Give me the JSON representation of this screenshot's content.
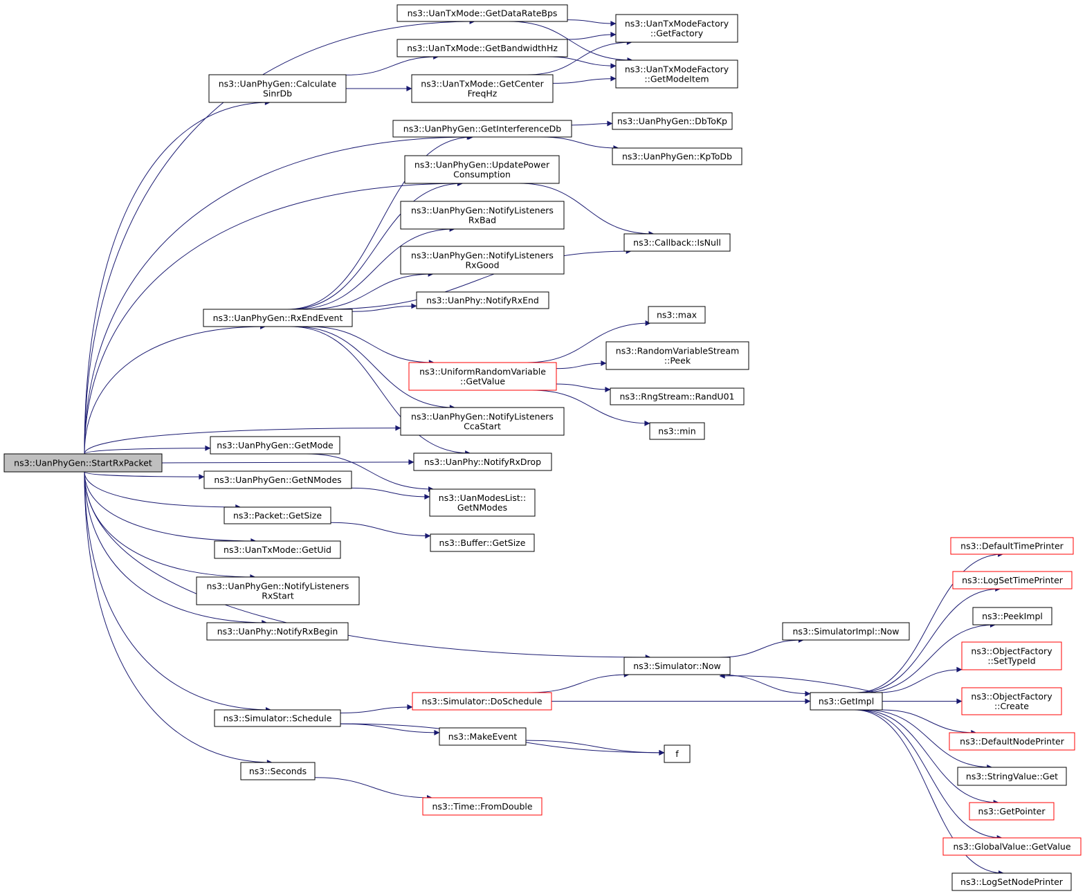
{
  "colors": {
    "edge": "#191970",
    "box_border": "#000000",
    "missing_border": "#ff0000",
    "root_fill": "#bfbfbf"
  },
  "nodes": {
    "start": {
      "lines": [
        "ns3::UanPhyGen::StartRxPacket"
      ]
    },
    "getDataRateBps": {
      "lines": [
        "ns3::UanTxMode::GetDataRateBps"
      ]
    },
    "getBandwidthHz": {
      "lines": [
        "ns3::UanTxMode::GetBandwidthHz"
      ]
    },
    "getCenterFreqHz": {
      "lines": [
        "ns3::UanTxMode::GetCenter",
        "FreqHz"
      ]
    },
    "getFactory": {
      "lines": [
        "ns3::UanTxModeFactory",
        "::GetFactory"
      ]
    },
    "getModeItem": {
      "lines": [
        "ns3::UanTxModeFactory",
        "::GetModeItem"
      ]
    },
    "calculateSinrDb": {
      "lines": [
        "ns3::UanPhyGen::Calculate",
        "SinrDb"
      ]
    },
    "getInterferenceDb": {
      "lines": [
        "ns3::UanPhyGen::GetInterferenceDb"
      ]
    },
    "dbToKp": {
      "lines": [
        "ns3::UanPhyGen::DbToKp"
      ]
    },
    "kpToDb": {
      "lines": [
        "ns3::UanPhyGen::KpToDb"
      ]
    },
    "updatePower": {
      "lines": [
        "ns3::UanPhyGen::UpdatePower",
        "Consumption"
      ]
    },
    "notifyRxBad": {
      "lines": [
        "ns3::UanPhyGen::NotifyListeners",
        "RxBad"
      ]
    },
    "notifyRxGood": {
      "lines": [
        "ns3::UanPhyGen::NotifyListeners",
        "RxGood"
      ]
    },
    "notifyRxEnd": {
      "lines": [
        "ns3::UanPhy::NotifyRxEnd"
      ]
    },
    "callbackIsNull": {
      "lines": [
        "ns3::Callback::IsNull"
      ]
    },
    "rxEndEvent": {
      "lines": [
        "ns3::UanPhyGen::RxEndEvent"
      ]
    },
    "max": {
      "lines": [
        "ns3::max"
      ]
    },
    "rvsPeek": {
      "lines": [
        "ns3::RandomVariableStream",
        "::Peek"
      ]
    },
    "uniformGetValue": {
      "lines": [
        "ns3::UniformRandomVariable",
        "::GetValue"
      ]
    },
    "randU01": {
      "lines": [
        "ns3::RngStream::RandU01"
      ]
    },
    "min": {
      "lines": [
        "ns3::min"
      ]
    },
    "notifyCcaStart": {
      "lines": [
        "ns3::UanPhyGen::NotifyListeners",
        "CcaStart"
      ]
    },
    "notifyRxDrop": {
      "lines": [
        "ns3::UanPhy::NotifyRxDrop"
      ]
    },
    "getMode": {
      "lines": [
        "ns3::UanPhyGen::GetMode"
      ]
    },
    "getNModes": {
      "lines": [
        "ns3::UanPhyGen::GetNModes"
      ]
    },
    "modesListGetNModes": {
      "lines": [
        "ns3::UanModesList::",
        "GetNModes"
      ]
    },
    "packetGetSize": {
      "lines": [
        "ns3::Packet::GetSize"
      ]
    },
    "bufferGetSize": {
      "lines": [
        "ns3::Buffer::GetSize"
      ]
    },
    "getUid": {
      "lines": [
        "ns3::UanTxMode::GetUid"
      ]
    },
    "notifyRxStart": {
      "lines": [
        "ns3::UanPhyGen::NotifyListeners",
        "RxStart"
      ]
    },
    "notifyRxBegin": {
      "lines": [
        "ns3::UanPhy::NotifyRxBegin"
      ]
    },
    "simImplNow": {
      "lines": [
        "ns3::SimulatorImpl::Now"
      ]
    },
    "simNow": {
      "lines": [
        "ns3::Simulator::Now"
      ]
    },
    "doSchedule": {
      "lines": [
        "ns3::Simulator::DoSchedule"
      ]
    },
    "getImpl": {
      "lines": [
        "ns3::GetImpl"
      ]
    },
    "schedule": {
      "lines": [
        "ns3::Simulator::Schedule"
      ]
    },
    "makeEvent": {
      "lines": [
        "ns3::MakeEvent"
      ]
    },
    "f": {
      "lines": [
        "f"
      ]
    },
    "seconds": {
      "lines": [
        "ns3::Seconds"
      ]
    },
    "fromDouble": {
      "lines": [
        "ns3::Time::FromDouble"
      ]
    },
    "defaultTimePrinter": {
      "lines": [
        "ns3::DefaultTimePrinter"
      ]
    },
    "logSetTimePrinter": {
      "lines": [
        "ns3::LogSetTimePrinter"
      ]
    },
    "peekImpl": {
      "lines": [
        "ns3::PeekImpl"
      ]
    },
    "ofSetTypeId": {
      "lines": [
        "ns3::ObjectFactory",
        "::SetTypeId"
      ]
    },
    "ofCreate": {
      "lines": [
        "ns3::ObjectFactory",
        "::Create"
      ]
    },
    "defaultNodePrinter": {
      "lines": [
        "ns3::DefaultNodePrinter"
      ]
    },
    "stringValueGet": {
      "lines": [
        "ns3::StringValue::Get"
      ]
    },
    "getPointer": {
      "lines": [
        "ns3::GetPointer"
      ]
    },
    "globalValueGetValue": {
      "lines": [
        "ns3::GlobalValue::GetValue"
      ]
    },
    "logSetNodePrinter": {
      "lines": [
        "ns3::LogSetNodePrinter"
      ]
    }
  },
  "edges": [
    [
      "start",
      "getDataRateBps"
    ],
    [
      "start",
      "calculateSinrDb"
    ],
    [
      "start",
      "getInterferenceDb"
    ],
    [
      "start",
      "updatePower"
    ],
    [
      "start",
      "rxEndEvent"
    ],
    [
      "start",
      "notifyCcaStart"
    ],
    [
      "start",
      "notifyRxDrop"
    ],
    [
      "start",
      "getMode"
    ],
    [
      "start",
      "getNModes"
    ],
    [
      "start",
      "packetGetSize"
    ],
    [
      "start",
      "getUid"
    ],
    [
      "start",
      "notifyRxStart"
    ],
    [
      "start",
      "notifyRxBegin"
    ],
    [
      "start",
      "simNow"
    ],
    [
      "start",
      "schedule"
    ],
    [
      "start",
      "seconds"
    ],
    [
      "getDataRateBps",
      "getFactory"
    ],
    [
      "getDataRateBps",
      "getModeItem"
    ],
    [
      "getBandwidthHz",
      "getFactory"
    ],
    [
      "getBandwidthHz",
      "getModeItem"
    ],
    [
      "getCenterFreqHz",
      "getFactory"
    ],
    [
      "getCenterFreqHz",
      "getModeItem"
    ],
    [
      "calculateSinrDb",
      "getBandwidthHz"
    ],
    [
      "calculateSinrDb",
      "getCenterFreqHz"
    ],
    [
      "getInterferenceDb",
      "dbToKp"
    ],
    [
      "getInterferenceDb",
      "kpToDb"
    ],
    [
      "updatePower",
      "callbackIsNull"
    ],
    [
      "rxEndEvent",
      "getInterferenceDb"
    ],
    [
      "rxEndEvent",
      "updatePower"
    ],
    [
      "rxEndEvent",
      "notifyRxBad"
    ],
    [
      "rxEndEvent",
      "notifyRxGood"
    ],
    [
      "rxEndEvent",
      "notifyRxEnd"
    ],
    [
      "rxEndEvent",
      "callbackIsNull"
    ],
    [
      "rxEndEvent",
      "uniformGetValue"
    ],
    [
      "rxEndEvent",
      "notifyCcaStart"
    ],
    [
      "rxEndEvent",
      "notifyRxDrop"
    ],
    [
      "uniformGetValue",
      "max"
    ],
    [
      "uniformGetValue",
      "rvsPeek"
    ],
    [
      "uniformGetValue",
      "randU01"
    ],
    [
      "uniformGetValue",
      "min"
    ],
    [
      "getMode",
      "modesListGetNModes"
    ],
    [
      "getNModes",
      "modesListGetNModes"
    ],
    [
      "packetGetSize",
      "bufferGetSize"
    ],
    [
      "simNow",
      "simImplNow"
    ],
    [
      "simNow",
      "getImpl"
    ],
    [
      "getImpl",
      "simNow"
    ],
    [
      "getImpl",
      "defaultTimePrinter"
    ],
    [
      "getImpl",
      "logSetTimePrinter"
    ],
    [
      "getImpl",
      "peekImpl"
    ],
    [
      "getImpl",
      "ofSetTypeId"
    ],
    [
      "getImpl",
      "ofCreate"
    ],
    [
      "getImpl",
      "defaultNodePrinter"
    ],
    [
      "getImpl",
      "stringValueGet"
    ],
    [
      "getImpl",
      "getPointer"
    ],
    [
      "getImpl",
      "globalValueGetValue"
    ],
    [
      "getImpl",
      "logSetNodePrinter"
    ],
    [
      "schedule",
      "doSchedule"
    ],
    [
      "schedule",
      "makeEvent"
    ],
    [
      "schedule",
      "f"
    ],
    [
      "doSchedule",
      "simNow"
    ],
    [
      "doSchedule",
      "getImpl"
    ],
    [
      "makeEvent",
      "f"
    ],
    [
      "seconds",
      "fromDouble"
    ]
  ]
}
